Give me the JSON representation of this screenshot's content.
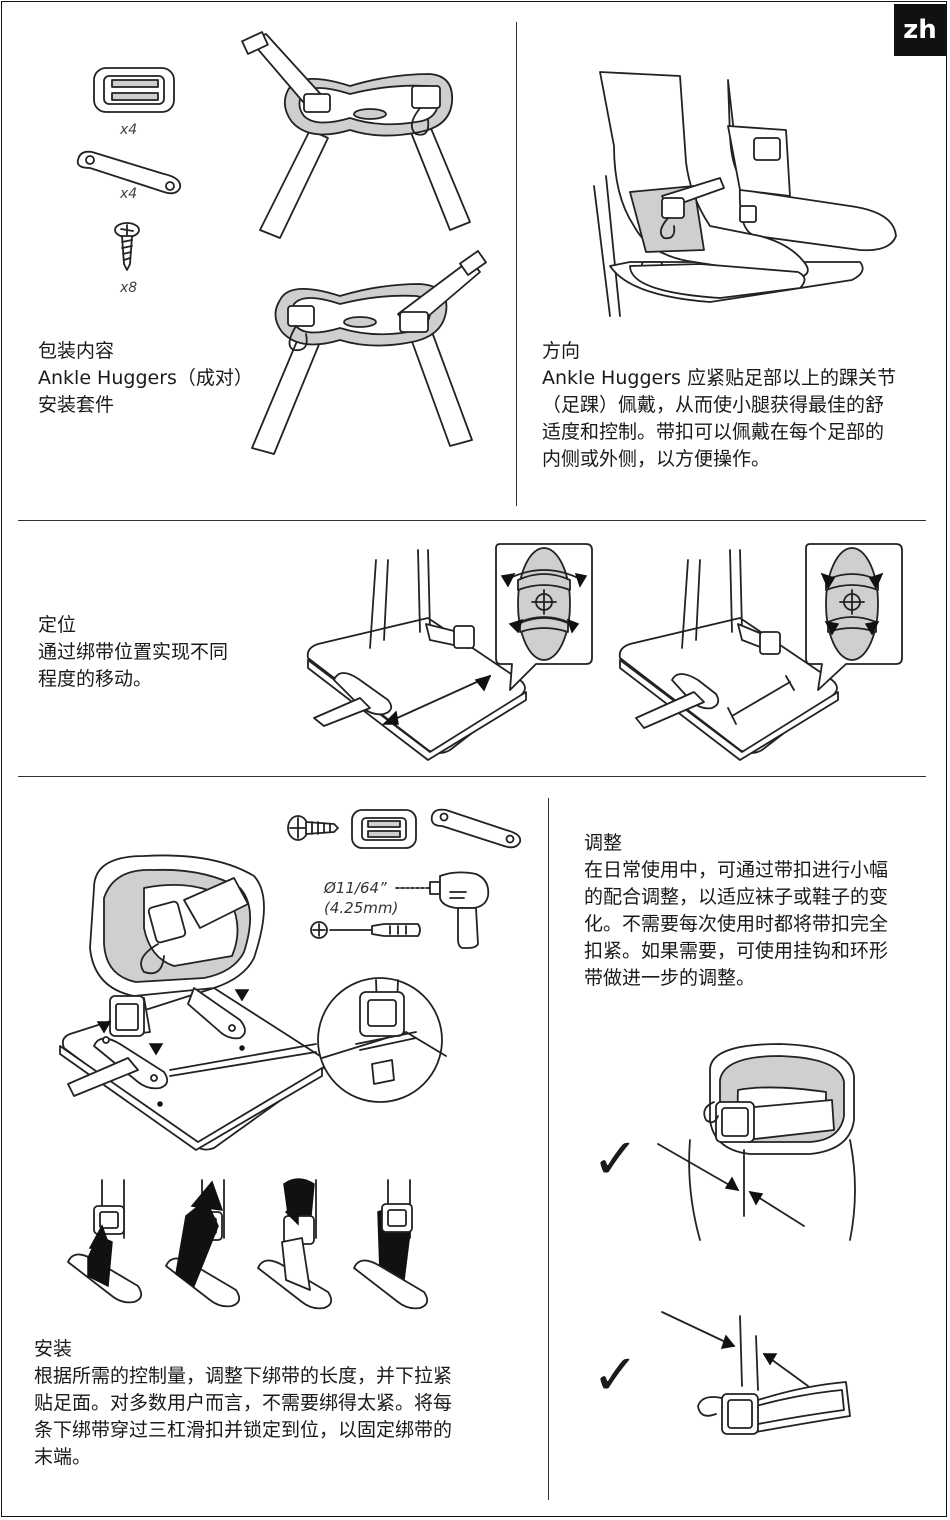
{
  "lang_tag": "zh",
  "package": {
    "title": "包装内容",
    "line1": "Ankle Huggers（成对）",
    "line2": "安装套件",
    "qty_buckle": "x4",
    "qty_bracket": "x4",
    "qty_screw": "x8"
  },
  "orientation": {
    "title": "方向",
    "lines": [
      "Ankle Huggers 应紧贴足部以上的踝关节",
      "（足踝）佩戴，从而使小腿获得最佳的舒",
      "适度和控制。带扣可以佩戴在每个足部的",
      "内侧或外侧，以方便操作。"
    ]
  },
  "positioning": {
    "title": "定位",
    "lines": [
      "通过绑带位置实现不同",
      "程度的移动。"
    ]
  },
  "install": {
    "drill_size": "Ø11/64”",
    "drill_size_mm": "(4.25mm)",
    "title": "安装",
    "lines": [
      "根据所需的控制量，调整下绑带的长度，并下拉紧",
      "贴足面。对多数用户而言，不需要绑得太紧。将每",
      "条下绑带穿过三杠滑扣并锁定到位，以固定绑带的",
      "末端。"
    ]
  },
  "adjust": {
    "title": "调整",
    "lines": [
      "在日常使用中，可通过带扣进行小幅",
      "的配合调整，以适应袜子或鞋子的变",
      "化。不需要每次使用时都将带扣完全",
      "扣紧。如果需要，可使用挂钩和环形",
      "带做进一步的调整。"
    ],
    "check_mark": "✓"
  }
}
